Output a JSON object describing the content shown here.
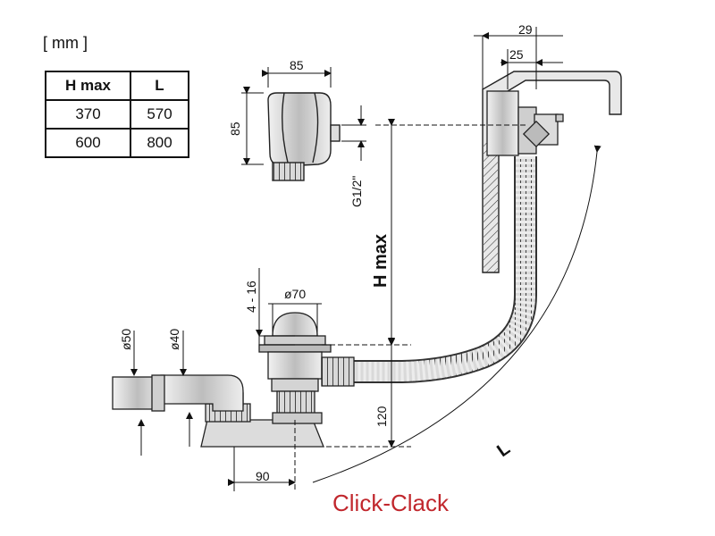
{
  "units_label": "[ mm ]",
  "table": {
    "headers": [
      "H max",
      "L"
    ],
    "rows": [
      [
        "370",
        "570"
      ],
      [
        "600",
        "800"
      ]
    ]
  },
  "dimensions": {
    "top_outer": "29",
    "top_inner": "25",
    "overflow_width": "85",
    "overflow_height": "85",
    "thread": "G1/2\"",
    "h_max": "H max",
    "adjust_range": "4 - 16",
    "plug_diameter": "ø70",
    "pipe_d50": "ø50",
    "pipe_d40": "ø40",
    "waste_height": "120",
    "waste_offset": "90",
    "length": "L"
  },
  "caption": "Click-Clack"
}
